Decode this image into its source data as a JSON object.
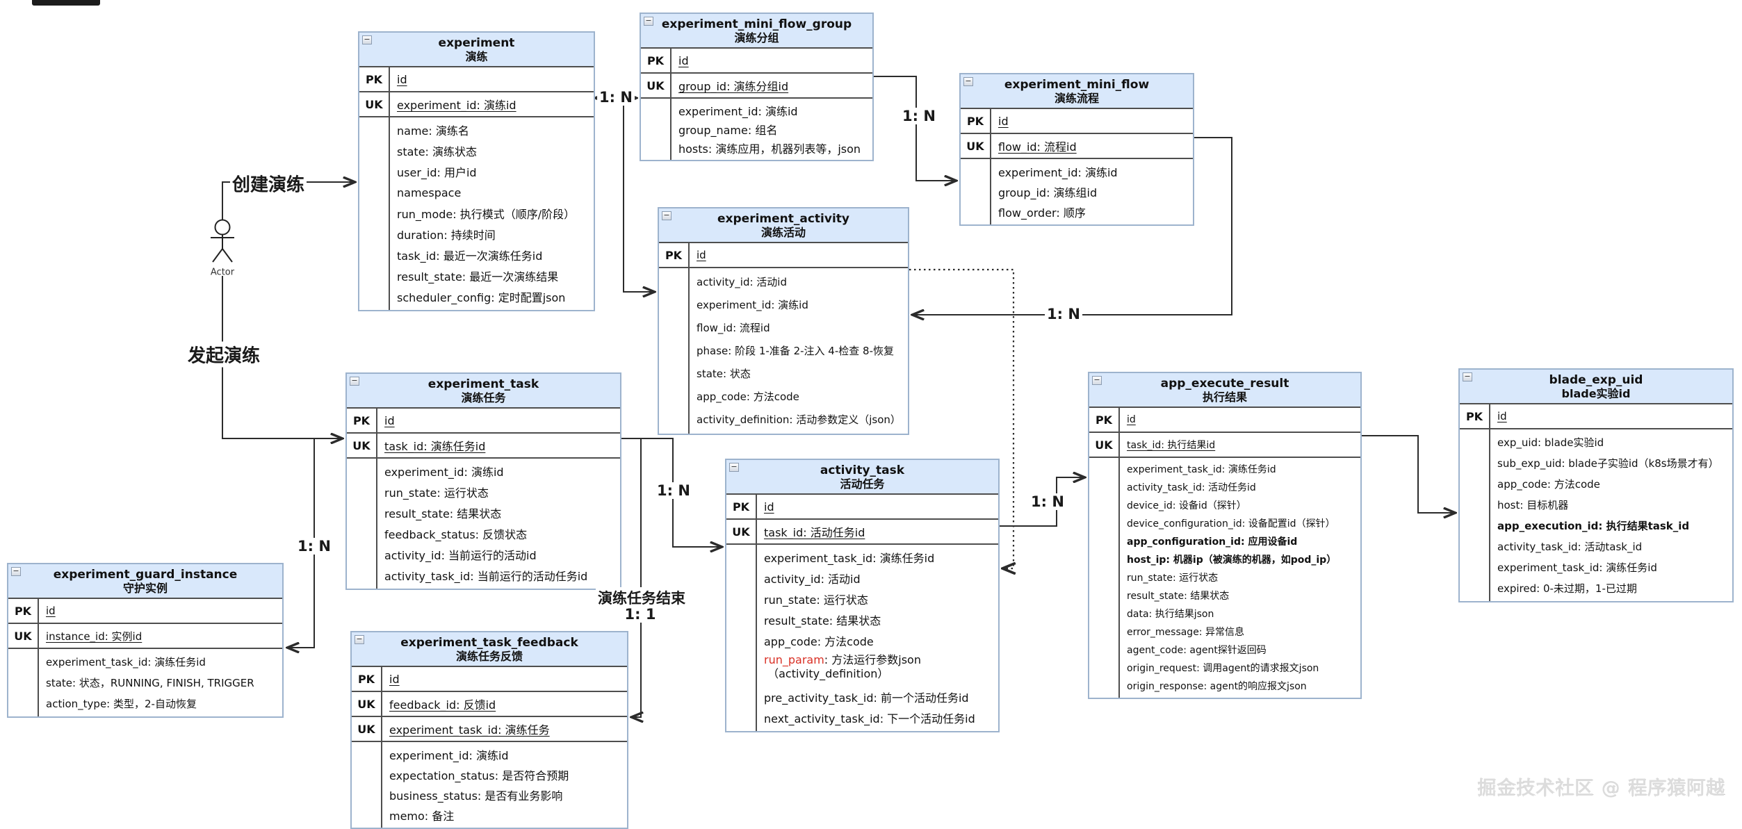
{
  "watermark": "掘金技术社区 @ 程序猿阿越",
  "labels": {
    "create_experiment": "创建演练",
    "start_experiment": "发起演练",
    "one_to_n": "1: N",
    "one_to_one": "1: 1",
    "task_end": "演练任务结束",
    "actor": "Actor"
  },
  "colors": {
    "entity_header_bg": "#d9e8fb",
    "entity_border": "#9db3cd",
    "divider": "#4e4e4e",
    "line": "#2b2b2b",
    "highlight_red": "#d93025"
  },
  "entities": [
    {
      "id": "experiment",
      "name": "experiment",
      "subtitle": "演练",
      "rows": [
        {
          "k": "PK",
          "t": "id",
          "u": true
        },
        {
          "k": "UK",
          "t": "experiment_id: 演练id",
          "u": true
        },
        {
          "t": "name: 演练名"
        },
        {
          "t": "state: 演练状态"
        },
        {
          "t": "user_id: 用户id"
        },
        {
          "t": "namespace"
        },
        {
          "t": "run_mode: 执行模式（顺序/阶段）"
        },
        {
          "t": "duration: 持续时间"
        },
        {
          "t": "task_id: 最近一次演练任务id"
        },
        {
          "t": "result_state: 最近一次演练结果"
        },
        {
          "t": "scheduler_config: 定时配置json"
        }
      ]
    },
    {
      "id": "experiment_mini_flow_group",
      "name": "experiment_mini_flow_group",
      "subtitle": "演练分组",
      "rows": [
        {
          "k": "PK",
          "t": "id",
          "u": true
        },
        {
          "k": "UK",
          "t": "group_id: 演练分组id",
          "u": true
        },
        {
          "t": "experiment_id: 演练id"
        },
        {
          "t": "group_name: 组名"
        },
        {
          "t": "hosts: 演练应用，机器列表等，json"
        }
      ]
    },
    {
      "id": "experiment_mini_flow",
      "name": "experiment_mini_flow",
      "subtitle": "演练流程",
      "rows": [
        {
          "k": "PK",
          "t": "id",
          "u": true
        },
        {
          "k": "UK",
          "t": "flow_id: 流程id",
          "u": true
        },
        {
          "t": "experiment_id: 演练id"
        },
        {
          "t": "group_id: 演练组id"
        },
        {
          "t": "flow_order: 顺序"
        }
      ]
    },
    {
      "id": "experiment_activity",
      "name": "experiment_activity",
      "subtitle": "演练活动",
      "rows": [
        {
          "k": "PK",
          "t": "id",
          "u": true
        },
        {
          "t": "activity_id: 活动id"
        },
        {
          "t": "experiment_id: 演练id"
        },
        {
          "t": "flow_id: 流程id"
        },
        {
          "t": "phase: 阶段 1-准备 2-注入 4-检查 8-恢复"
        },
        {
          "t": "state: 状态"
        },
        {
          "t": "app_code: 方法code"
        },
        {
          "t": "activity_definition: 活动参数定义（json）"
        }
      ]
    },
    {
      "id": "experiment_task",
      "name": "experiment_task",
      "subtitle": "演练任务",
      "rows": [
        {
          "k": "PK",
          "t": "id",
          "u": true
        },
        {
          "k": "UK",
          "t": "task_id: 演练任务id",
          "u": true
        },
        {
          "t": "experiment_id: 演练id"
        },
        {
          "t": "run_state: 运行状态"
        },
        {
          "t": "result_state: 结果状态"
        },
        {
          "t": "feedback_status: 反馈状态"
        },
        {
          "t": "activity_id: 当前运行的活动id"
        },
        {
          "t": "activity_task_id: 当前运行的活动任务id"
        }
      ]
    },
    {
      "id": "experiment_guard_instance",
      "name": "experiment_guard_instance",
      "subtitle": "守护实例",
      "rows": [
        {
          "k": "PK",
          "t": "id",
          "u": true
        },
        {
          "k": "UK",
          "t": "instance_id: 实例id",
          "u": true
        },
        {
          "t": "experiment_task_id: 演练任务id"
        },
        {
          "t": "state: 状态，RUNNING, FINISH, TRIGGER"
        },
        {
          "t": "action_type: 类型，2-自动恢复"
        }
      ]
    },
    {
      "id": "experiment_task_feedback",
      "name": "experiment_task_feedback",
      "subtitle": "演练任务反馈",
      "rows": [
        {
          "k": "PK",
          "t": "id",
          "u": true
        },
        {
          "k": "UK",
          "t": "feedback_id: 反馈id",
          "u": true
        },
        {
          "k": "UK",
          "t": "experiment_task_id: 演练任务",
          "u": true
        },
        {
          "t": "experiment_id: 演练id"
        },
        {
          "t": "expectation_status: 是否符合预期"
        },
        {
          "t": "business_status: 是否有业务影响"
        },
        {
          "t": "memo: 备注"
        }
      ]
    },
    {
      "id": "activity_task",
      "name": "activity_task",
      "subtitle": "活动任务",
      "rows": [
        {
          "k": "PK",
          "t": "id",
          "u": true
        },
        {
          "k": "UK",
          "t": "task_id: 活动任务id",
          "u": true
        },
        {
          "t": "experiment_task_id: 演练任务id"
        },
        {
          "t": "activity_id: 活动id"
        },
        {
          "t": "run_state: 运行状态"
        },
        {
          "t": "result_state: 结果状态"
        },
        {
          "t": "app_code: 方法code"
        },
        {
          "red": "run_param",
          "t": ": 方法运行参数json",
          "t2": "（activity_definition）"
        },
        {
          "t": "pre_activity_task_id: 前一个活动任务id"
        },
        {
          "t": "next_activity_task_id: 下一个活动任务id"
        }
      ]
    },
    {
      "id": "app_execute_result",
      "name": "app_execute_result",
      "subtitle": "执行结果",
      "rows": [
        {
          "k": "PK",
          "t": "id",
          "u": true
        },
        {
          "k": "UK",
          "t": "task_id: 执行结果id",
          "u": true
        },
        {
          "t": "experiment_task_id: 演练任务id"
        },
        {
          "t": "activity_task_id: 活动任务id"
        },
        {
          "t": "device_id: 设备id（探针）"
        },
        {
          "t": "device_configuration_id: 设备配置id（探针）"
        },
        {
          "t": "app_configuration_id: 应用设备id",
          "b": true
        },
        {
          "t": "host_ip: 机器ip（被演练的机器，如pod_ip）",
          "b": true
        },
        {
          "t": "run_state: 运行状态"
        },
        {
          "t": "result_state: 结果状态"
        },
        {
          "t": "data: 执行结果json"
        },
        {
          "t": "error_message: 异常信息"
        },
        {
          "t": "agent_code: agent探针返回码"
        },
        {
          "t": "origin_request: 调用agent的请求报文json"
        },
        {
          "t": "origin_response: agent的响应报文json"
        }
      ]
    },
    {
      "id": "blade_exp_uid",
      "name": "blade_exp_uid",
      "subtitle": "blade实验id",
      "rows": [
        {
          "k": "PK",
          "t": "id",
          "u": true
        },
        {
          "t": "exp_uid: blade实验id"
        },
        {
          "t": "sub_exp_uid: blade子实验id（k8s场景才有）"
        },
        {
          "t": "app_code: 方法code"
        },
        {
          "t": "host: 目标机器"
        },
        {
          "t": "app_execution_id: 执行结果task_id",
          "b": true
        },
        {
          "t": "activity_task_id: 活动task_id"
        },
        {
          "t": "experiment_task_id: 演练任务id"
        },
        {
          "t": "expired: 0-未过期，1-已过期"
        }
      ]
    }
  ]
}
